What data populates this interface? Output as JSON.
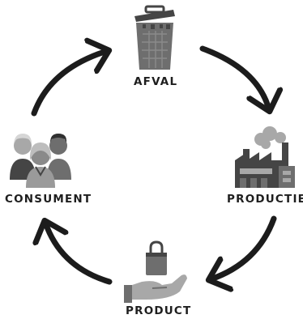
{
  "cycle": {
    "nodes": [
      {
        "label": "AFVAL",
        "icon": "trash-bin-icon"
      },
      {
        "label": "PRODUCTIE",
        "icon": "factory-icon"
      },
      {
        "label": "PRODUCT",
        "icon": "hand-holding-bag-icon"
      },
      {
        "label": "CONSUMENT",
        "icon": "people-group-icon"
      }
    ],
    "colors": {
      "arrow": "#1c1c1c",
      "icon_dark": "#454545",
      "icon_mid": "#6e6e6e",
      "icon_light": "#a8a8a8",
      "text": "#1e1e1e"
    }
  }
}
